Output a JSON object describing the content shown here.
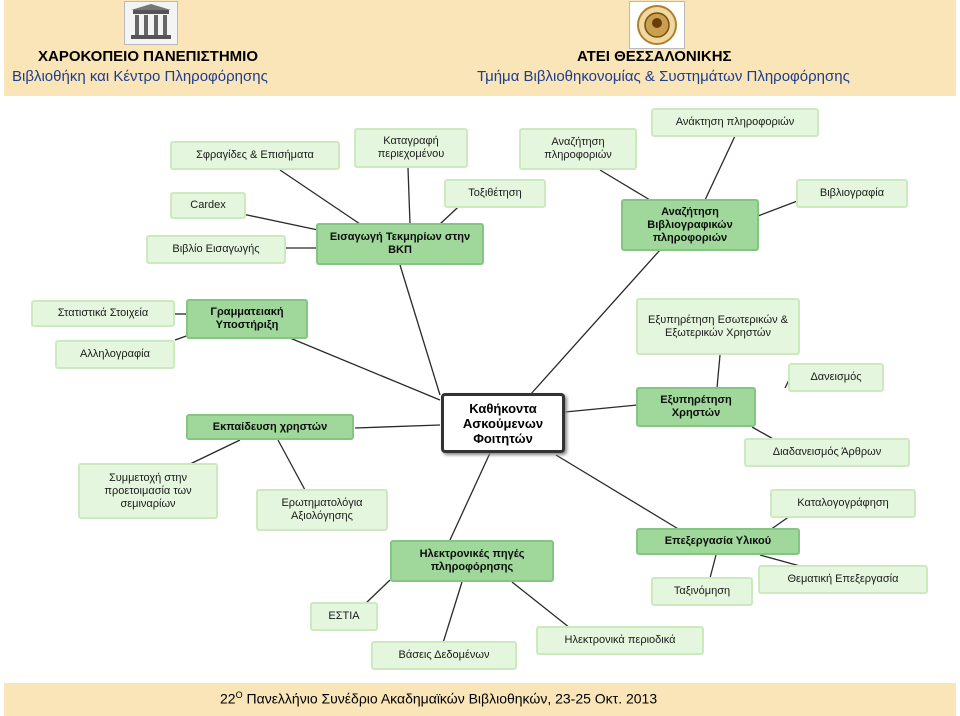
{
  "header": {
    "left_title": "ΧΑΡΟΚΟΠΕΙΟ ΠΑΝΕΠΙΣΤΗΜΙΟ",
    "left_subtitle": "Βιβλιοθήκη  και Κέντρο Πληροφόρησης",
    "right_title": "ΑΤΕΙ ΘΕΣΣΑΛΟΝΙΚΗΣ",
    "right_subtitle": "Τμήμα Βιβλιοθηκονομίας & Συστημάτων Πληροφόρησης"
  },
  "footer": {
    "number": "22",
    "superscript": "Ο",
    "text": " Πανελλήνιο Συνέδριο Ακαδημαϊκών Βιβλιοθηκών, 23-25 Οκτ. 2013"
  },
  "diagram": {
    "center": "Καθήκοντα Ασκούμενων Φοιτητών",
    "nodes": {
      "eisagogi": "Εισαγωγή Τεκμηρίων στην ΒΚΠ",
      "sfragides": "Σφραγίδες & Επισήματα",
      "katagrafi": "Καταγραφή περιεχομένου",
      "toxithetisi": "Τοξιθέτηση",
      "cardex": "Cardex",
      "vivlio_eisagogis": "Βιβλίο Εισαγωγής",
      "anazitisi_vivl": "Αναζήτηση Βιβλιογραφικών πληροφοριών",
      "anazitisi_pliro": "Αναζήτηση πληροφοριών",
      "anaktisi": "Ανάκτηση πληροφοριών",
      "vivliografia": "Βιβλιογραφία",
      "grammateiaki": "Γραμματειακή Υποστήριξη",
      "statistika": "Στατιστικά Στοιχεία",
      "allilografia": "Αλληλογραφία",
      "ekpaideusi": "Εκπαίδευση χρηστών",
      "symmetoxi": "Συμμετοχή στην προετοιμασία των σεμιναρίων",
      "erotimatologia": "Ερωτηματολόγια Αξιολόγησης",
      "exypiretisi_es": "Εξυπηρέτηση Εσωτερικών & Εξωτερικών Χρηστών",
      "exypiretisi": "Εξυπηρέτηση Χρηστών",
      "daneismos": "Δανεισμός",
      "diadaneismos": "Διαδανεισμός Άρθρων",
      "katalogografisi": "Καταλογογράφηση",
      "epexergasia": "Επεξεργασία Υλικού",
      "taxinomisi": "Ταξινόμηση",
      "thematiki": "Θεματική Επεξεργασία",
      "ilektronikes": "Ηλεκτρονικές πηγές πληροφόρησης",
      "estia": "ΕΣΤΙΑ",
      "vaseis": "Βάσεις Δεδομένων",
      "periodika": "Ηλεκτρονικά περιοδικά"
    }
  }
}
